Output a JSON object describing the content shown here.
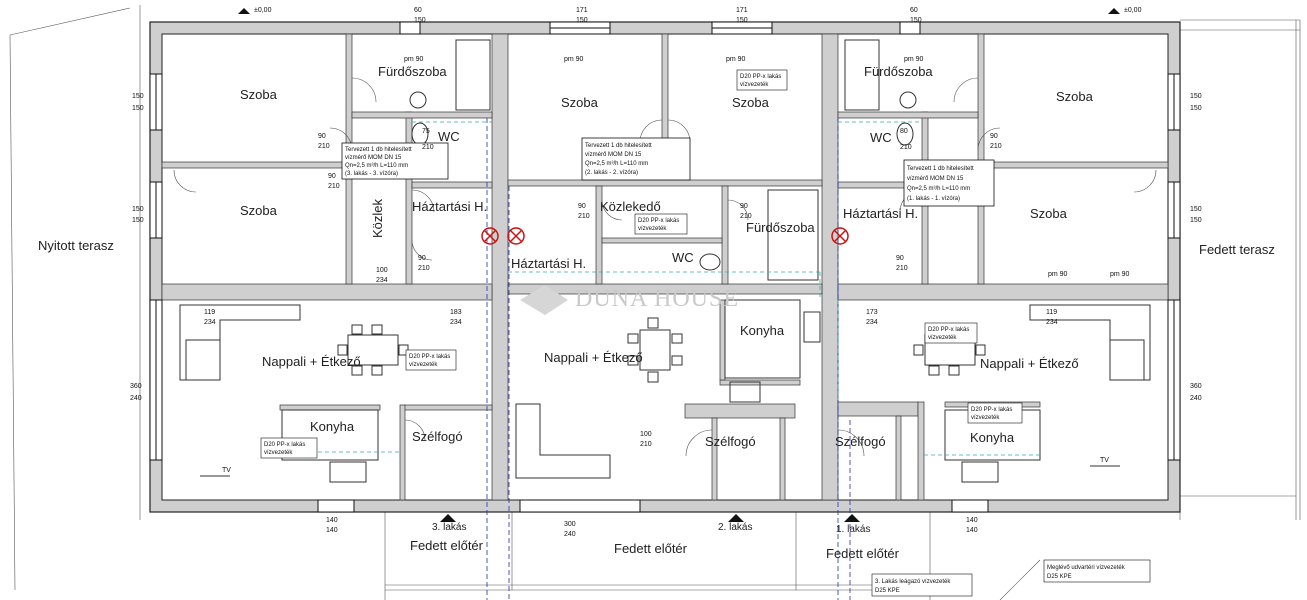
{
  "rooms": {
    "szoba_tl": "Szoba",
    "szoba_ml": "Szoba",
    "furdo_l": "Fürdőszoba",
    "wc_l": "WC",
    "kozlek_l": "Közlek",
    "haztartasi_l": "Háztartási H.",
    "nappali_l": "Nappali + Étkező",
    "konyha_l": "Konyha",
    "szelfogo_l": "Szélfogó",
    "szoba_c": "Szoba",
    "kozlekedo_c": "Közlekedő",
    "haztartasi_c": "Háztartási H.",
    "wc_c": "WC",
    "nappali_c": "Nappali + Étkező",
    "szelfogo_c": "Szélfogó",
    "szoba_cr": "Szoba",
    "furdo_c": "Fürdőszoba",
    "konyha_c": "Konyha",
    "szelfogo_r": "Szélfogó",
    "furdo_r": "Fürdőszoba",
    "wc_r": "WC",
    "haztartasi_r": "Háztartási H.",
    "szoba_tr": "Szoba",
    "szoba_mr": "Szoba",
    "nappali_r": "Nappali + Étkező",
    "konyha_r": "Konyha",
    "nyitott_terasz": "Nyitott terasz",
    "fedett_terasz": "Fedett terasz",
    "fedett_eloter_1": "Fedett előtér",
    "fedett_eloter_2": "Fedett előtér",
    "fedett_eloter_3": "Fedett előtér"
  },
  "entrances": {
    "lakas3": "3. lakás",
    "lakas2": "2. lakás",
    "lakas1": "1. lakás"
  },
  "notes": {
    "meter_l": [
      "Tervezett 1 db hitelesített",
      "vízmérő MOM DN 15",
      "Qn=2,5 m³/h L=110 mm",
      "(3. lakás - 3. vízóra)"
    ],
    "meter_c": [
      "Tervezett 1 db hitelesített",
      "vízmérő MOM DN 15",
      "Qn=2,5 m³/h L=110 mm",
      "(2. lakás - 2. vízóra)"
    ],
    "meter_r": [
      "Tervezett 1 db hitelesített",
      "vízmérő MOM DN 15",
      "Qn=2,5 m³/h L=110 mm",
      "(1. lakás - 1. vízóra)"
    ],
    "pipe_1": [
      "D20 PP-x lakás",
      "vízvezeték"
    ],
    "pipe_2": [
      "D20 PP-x lakás",
      "vízvezeték"
    ],
    "pipe_3": [
      "D20 PP-x lakás",
      "vízvezeték"
    ],
    "pipe_4": [
      "D20 PP-x lakás",
      "vízvezeték"
    ],
    "pipe_5": [
      "D20 PP-x lakás",
      "vízvezeték"
    ],
    "pipe_6": [
      "D20 PP-x lakás",
      "vízvezeték"
    ],
    "supply_3": [
      "3. Lakás leágazó vízvezeték",
      "D25 KPE"
    ],
    "existing": [
      "Meglévő udvartéri vízvezeték",
      "D25 KPE"
    ]
  },
  "levels": {
    "left": "±0,00",
    "right": "±0,00"
  },
  "dimensions": {
    "window_150_150": [
      "150",
      "150"
    ],
    "pm90": "pm 90",
    "door_90_210": [
      "90",
      "210"
    ],
    "door_100_210": [
      "100",
      "210"
    ],
    "win_360_240": [
      "360",
      "240"
    ],
    "win_60_150": [
      "60",
      "150"
    ],
    "win_171_150": [
      "171",
      "150"
    ],
    "win_140_140": [
      "140",
      "140"
    ],
    "win_300_240": [
      "300",
      "240"
    ],
    "sill_119_234": [
      "119",
      "234"
    ],
    "sill_100_234": [
      "100",
      "234"
    ],
    "sill_183_234": [
      "183",
      "234"
    ],
    "sill_173_234": [
      "173",
      "234"
    ],
    "door_75_210": [
      "75",
      "210"
    ],
    "door_80_210": [
      "80",
      "210"
    ]
  },
  "watermark": "DUNA HOUSE",
  "tv": "TV"
}
